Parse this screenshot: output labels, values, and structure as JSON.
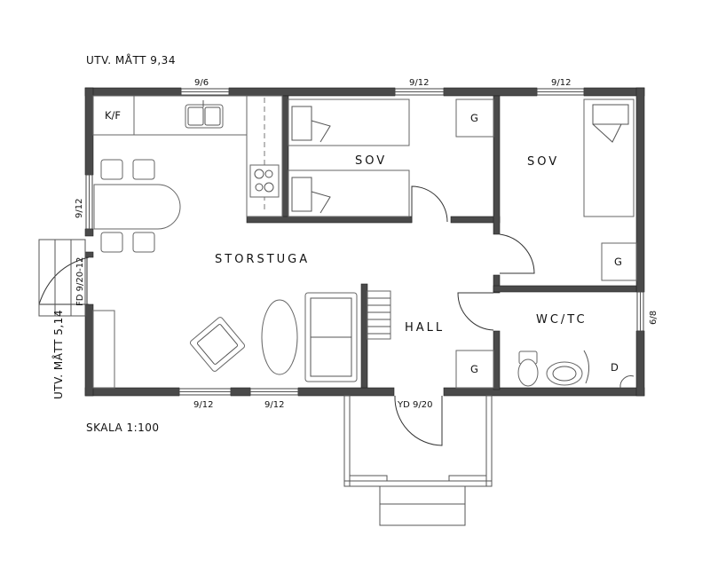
{
  "dimensions": {
    "width_label": "UTV. MÅTT 9,34",
    "depth_label": "UTV. MÅTT 5,14",
    "scale_label": "SKALA 1:100"
  },
  "rooms": {
    "storstuga": "STORSTUGA",
    "sov_left": "SOV",
    "sov_right": "SOV",
    "hall": "HALL",
    "wc": "WC/TC"
  },
  "fixtures": {
    "kitchen": "K/F",
    "wardrobe": "G",
    "dryer": "D"
  },
  "windows": {
    "top_left": "9/6",
    "top_mid": "9/12",
    "top_right": "9/12",
    "bottom_left": "9/12",
    "bottom_mid": "9/12",
    "left": "9/12",
    "right": "6/8"
  },
  "doors": {
    "front_door": "YD 9/20",
    "side_door": "FD 9/20-12"
  }
}
